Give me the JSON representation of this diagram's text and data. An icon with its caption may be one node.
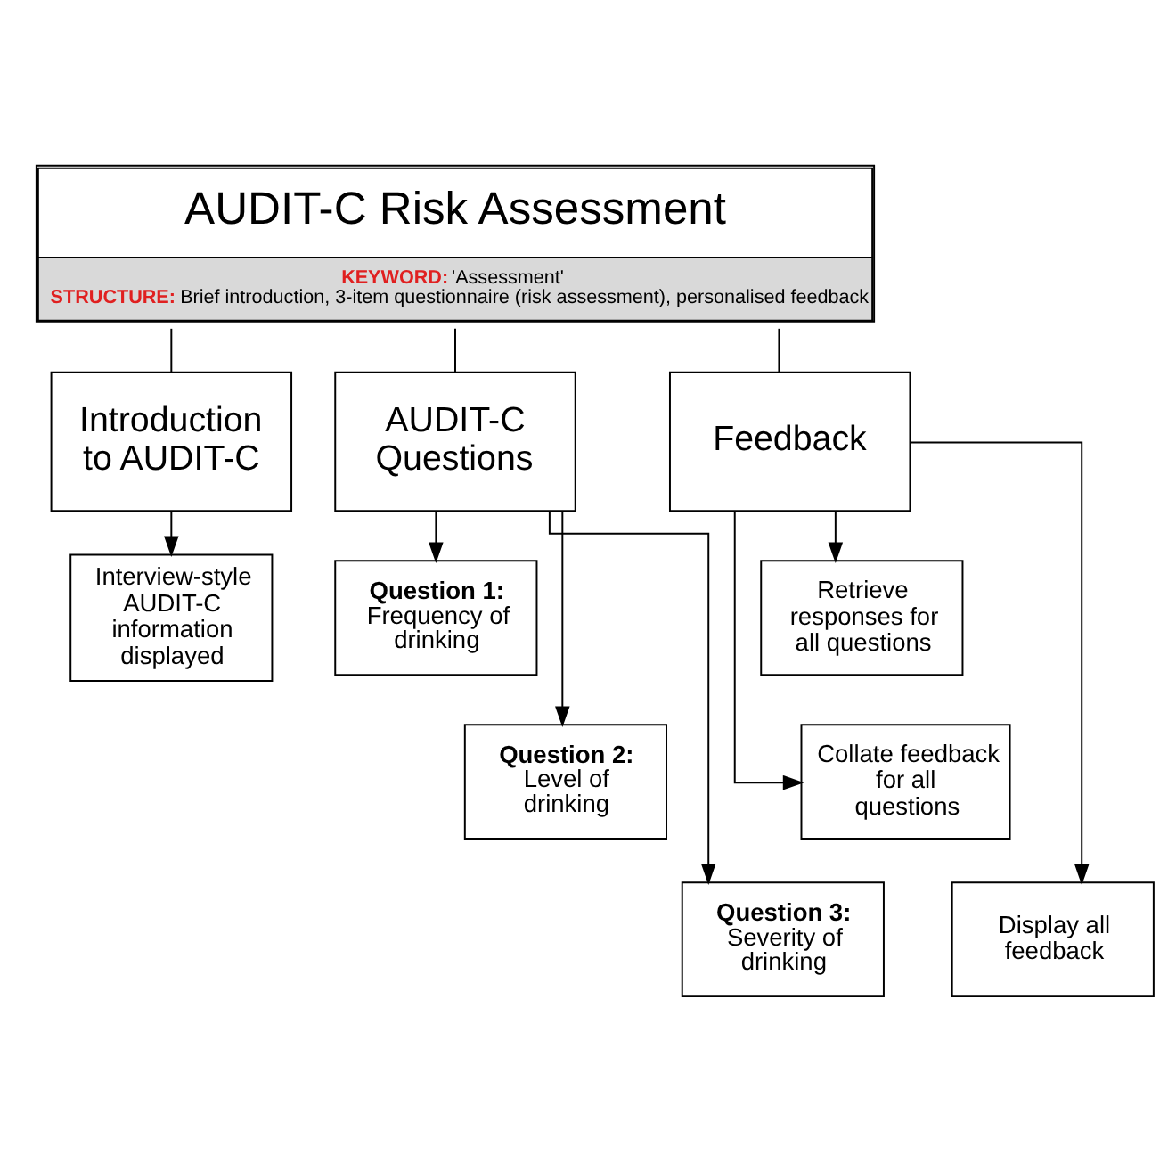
{
  "diagram": {
    "nodes": [
      {
        "text": [
          "AUDIT-C Risk Assessment",
          "KEYWORD: 'Assessment'",
          "STRUCTURE: Brief introduction, 3-item questionnaire (risk assessment), personalised feedback"
        ]
      },
      {
        "text": [
          "Introduction to AUDIT-C"
        ]
      },
      {
        "text": [
          "AUDIT-C Questions"
        ]
      },
      {
        "text": [
          "Feedback"
        ]
      },
      {
        "text": [
          "Interview-style AUDIT-C information displayed"
        ]
      },
      {
        "text": [
          "Question 1:",
          "Frequency of drinking"
        ]
      },
      {
        "text": [
          "Question 2:",
          "Level of drinking"
        ]
      },
      {
        "text": [
          "Question 3:",
          "Severity of drinking"
        ]
      },
      {
        "text": [
          "Retrieve responses for all questions"
        ]
      },
      {
        "text": [
          "Collate feedback for all questions"
        ]
      },
      {
        "text": [
          "Display all feedback"
        ]
      }
    ],
    "edges": [
      {
        "from": 0,
        "to": 1,
        "arrow": "none"
      },
      {
        "from": 0,
        "to": 2,
        "arrow": "none"
      },
      {
        "from": 0,
        "to": 3,
        "arrow": "none"
      },
      {
        "from": 1,
        "to": 4,
        "arrow": "to"
      },
      {
        "from": 2,
        "to": 5,
        "arrow": "to"
      },
      {
        "from": 2,
        "to": 6,
        "arrow": "to"
      },
      {
        "from": 2,
        "to": 7,
        "arrow": "to"
      },
      {
        "from": 3,
        "to": 8,
        "arrow": "to"
      },
      {
        "from": 3,
        "to": 9,
        "arrow": "to"
      },
      {
        "from": 3,
        "to": 10,
        "arrow": "to"
      }
    ]
  }
}
